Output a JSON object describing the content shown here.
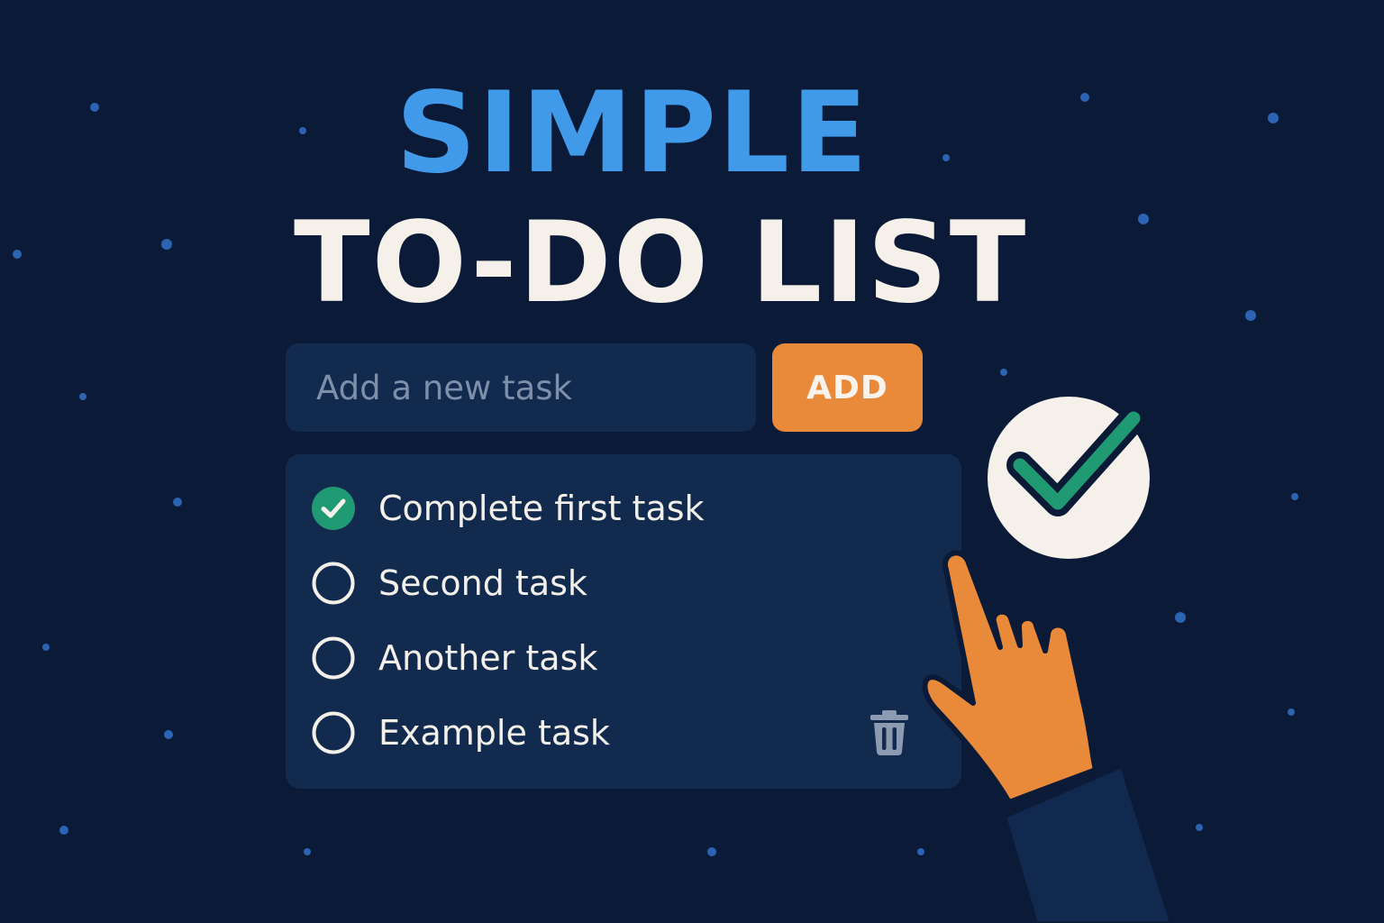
{
  "title": {
    "line1": "SIMPLE",
    "line2": "TO-DO LIST"
  },
  "input": {
    "placeholder": "Add a new task",
    "value": ""
  },
  "add_button": {
    "label": "ADD"
  },
  "tasks": [
    {
      "label": "Complete first task",
      "completed": true
    },
    {
      "label": "Second task",
      "completed": false
    },
    {
      "label": "Another task",
      "completed": false
    },
    {
      "label": "Example task",
      "completed": false
    }
  ],
  "icons": {
    "checked": "check-circle-icon",
    "unchecked": "empty-circle-icon",
    "delete": "trash-icon",
    "badge": "checkmark-badge-icon",
    "pointer": "pointing-hand-icon"
  },
  "colors": {
    "background": "#0b1a36",
    "panel": "#132a4f",
    "title_accent": "#419ae9",
    "title_main": "#f5f1ea",
    "button": "#e9893a",
    "check_green": "#1f9a72",
    "hand_orange": "#e9893a",
    "sleeve": "#12294f"
  }
}
